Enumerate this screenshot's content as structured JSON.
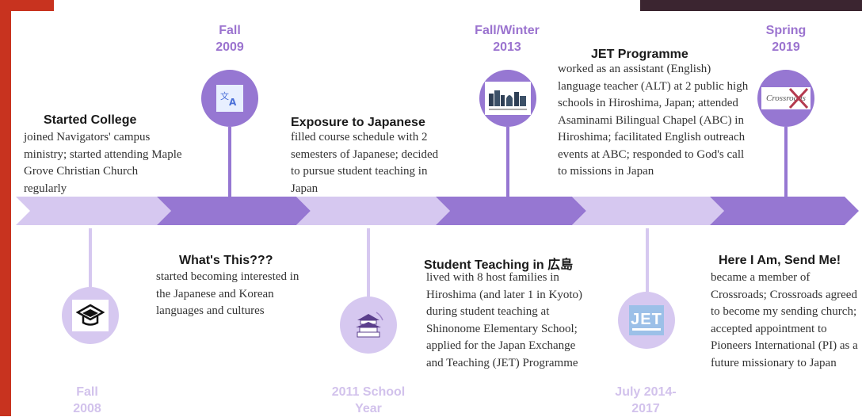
{
  "timeline": {
    "events": [
      {
        "date": "Fall\n2008",
        "title": "Started College",
        "description": "joined Navigators' campus ministry; started attending Maple Grove Christian Church regularly",
        "icon": "graduation-cap-icon"
      },
      {
        "date": "Fall\n2009",
        "title": "What's This???",
        "description": "started becoming interested in the Japanese and Korean languages and cultures",
        "icon": "translate-icon"
      },
      {
        "date": "2011 School\nYear",
        "title": "Exposure to Japanese",
        "description": "filled course schedule with 2 semesters of Japanese; decided to pursue student teaching in Japan",
        "icon": "japanese-castle-icon"
      },
      {
        "date": "Fall/Winter\n2013",
        "title": "Student Teaching in 広島",
        "description": "lived with 8 host families in Hiroshima (and later 1 in Kyoto) during student teaching at Shinonome Elementary School; applied for the Japan Exchange and Teaching (JET) Programme",
        "icon": "hiroshima-skyline-icon"
      },
      {
        "date": "July 2014-\n2017",
        "title": "JET Programme",
        "description": "worked as an assistant (English) language teacher (ALT) at 2 public high schools in Hiroshima, Japan; attended Asaminami Bilingual Chapel (ABC) in Hiroshima; facilitated English outreach events at ABC; responded to God's call to missions in Japan",
        "icon": "jet-logo-icon",
        "icon_text": "JET"
      },
      {
        "date": "Spring\n2019",
        "title": "Here I Am, Send Me!",
        "description": "became a member of Crossroads; Crossroads agreed to become my sending church; accepted appointment to Pioneers International (PI) as a future missionary to Japan",
        "icon": "crossroads-logo-icon",
        "icon_text": "Crossroads"
      }
    ]
  },
  "colors": {
    "dark": "#9677d2",
    "light": "#d6c8f0",
    "date_dark": "#9b73cf",
    "date_light": "#d2c2ec"
  }
}
